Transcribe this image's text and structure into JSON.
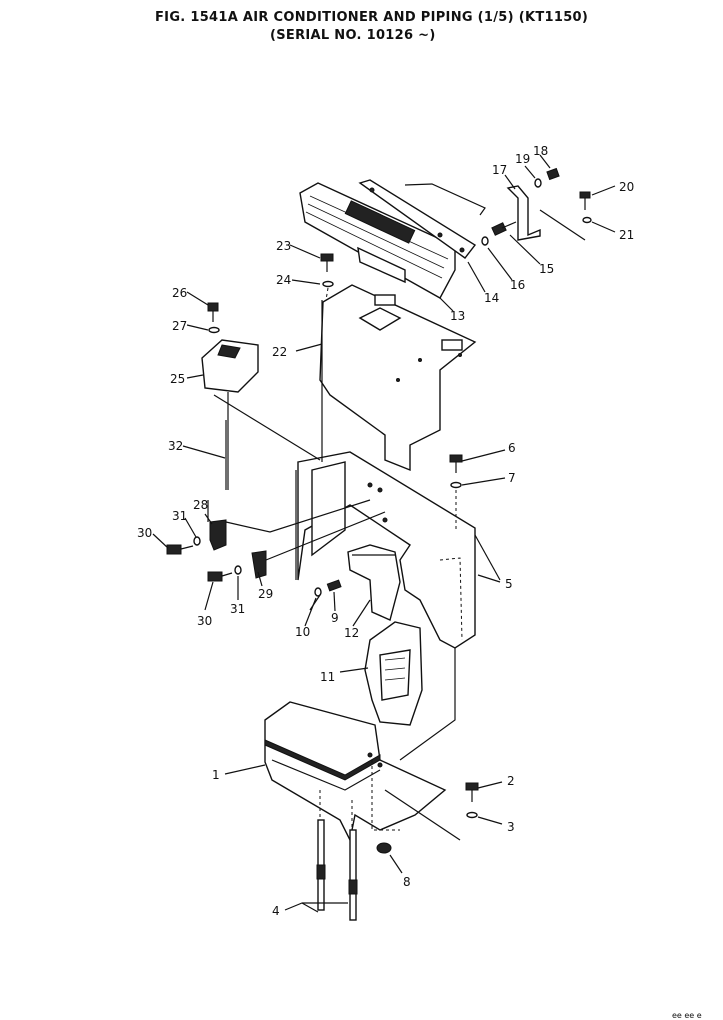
{
  "figure": {
    "title_line1": "FIG. 1541A   AIR CONDITIONER AND PIPING (1/5) (KT1150)",
    "title_line2": "(SERIAL NO. 10126 ~)"
  },
  "callouts": [
    "1",
    "2",
    "3",
    "4",
    "5",
    "6",
    "7",
    "8",
    "9",
    "10",
    "11",
    "12",
    "13",
    "14",
    "15",
    "16",
    "17",
    "18",
    "19",
    "20",
    "21",
    "22",
    "23",
    "24",
    "25",
    "26",
    "27",
    "28",
    "29",
    "30",
    "30",
    "31",
    "31",
    "32"
  ],
  "corner_mark": "ee ee e"
}
